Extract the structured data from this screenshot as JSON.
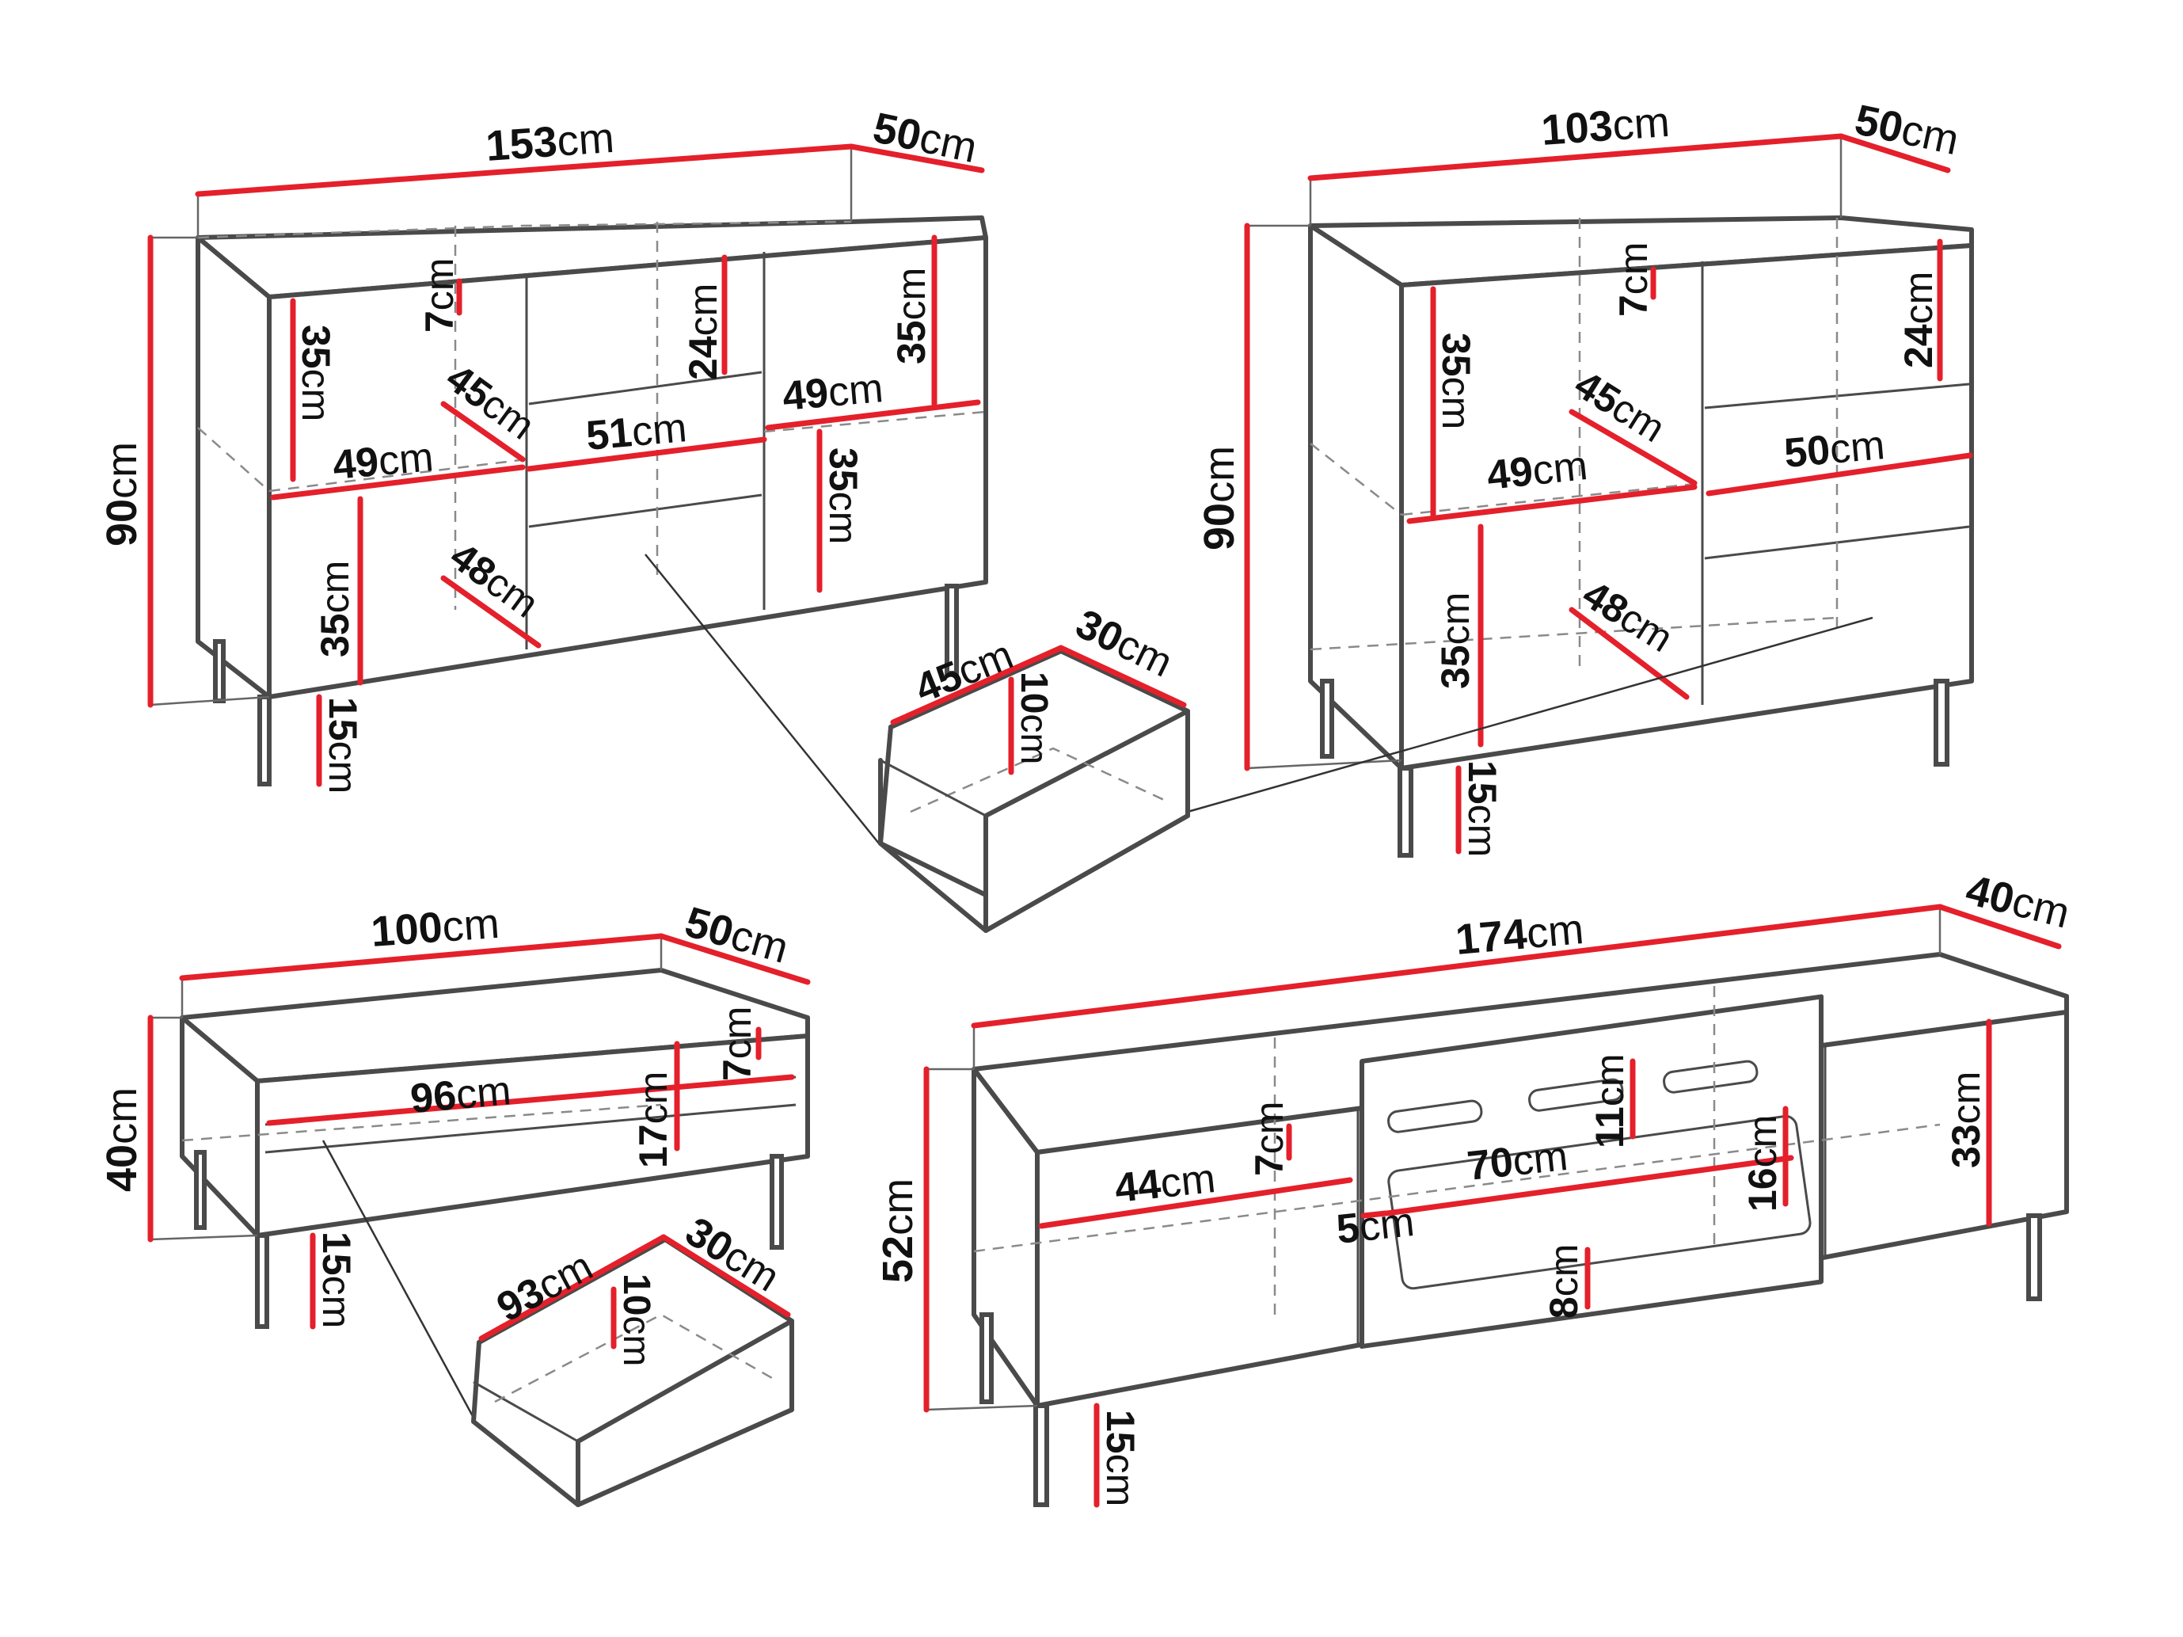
{
  "colors": {
    "dimension_line": "#e4202b",
    "outline": "#4a4a4a",
    "background": "#ffffff"
  },
  "unit": "cm",
  "furniture": [
    {
      "id": "sideboard_153",
      "dims": {
        "width": "153",
        "depth": "50",
        "height": "90",
        "legs": "15",
        "top_rail_left": "7",
        "shelf_left_upper": "35",
        "shelf_left_lower": "35",
        "inner_width_left": "49",
        "inner_depth_upper": "45",
        "inner_depth_lower": "48",
        "top_rail_mid": "24",
        "drawer_width": "51",
        "shelf_right_upper": "35",
        "inner_width_right": "49",
        "shelf_right_lower": "35"
      }
    },
    {
      "id": "sideboard_103",
      "dims": {
        "width": "103",
        "depth": "50",
        "height": "90",
        "legs": "15",
        "top_rail_left": "7",
        "shelf_left_upper": "35",
        "inner_width_left": "49",
        "inner_depth_upper": "45",
        "shelf_left_lower": "35",
        "inner_depth_lower": "48",
        "drawer_height_right": "24",
        "drawer_width_right": "50"
      }
    },
    {
      "id": "drawer_detail_large",
      "dims": {
        "width": "45",
        "depth": "30",
        "height": "10"
      }
    },
    {
      "id": "coffee_table_100",
      "dims": {
        "width": "100",
        "depth": "50",
        "height": "40",
        "legs": "15",
        "drawer_width": "96",
        "drawer_height": "17",
        "top_rail": "7"
      }
    },
    {
      "id": "drawer_detail_small",
      "dims": {
        "width": "93",
        "depth": "30",
        "height": "10"
      }
    },
    {
      "id": "tv_stand_174",
      "dims": {
        "width": "174",
        "depth": "40",
        "height": "52",
        "legs": "15",
        "inner_width_left": "44",
        "top_rail_left": "7",
        "opening_width": "70",
        "slot_height": "11",
        "panel_height": "16",
        "gap_side": "5",
        "gap_bottom": "8",
        "shelf_right": "33"
      }
    }
  ]
}
